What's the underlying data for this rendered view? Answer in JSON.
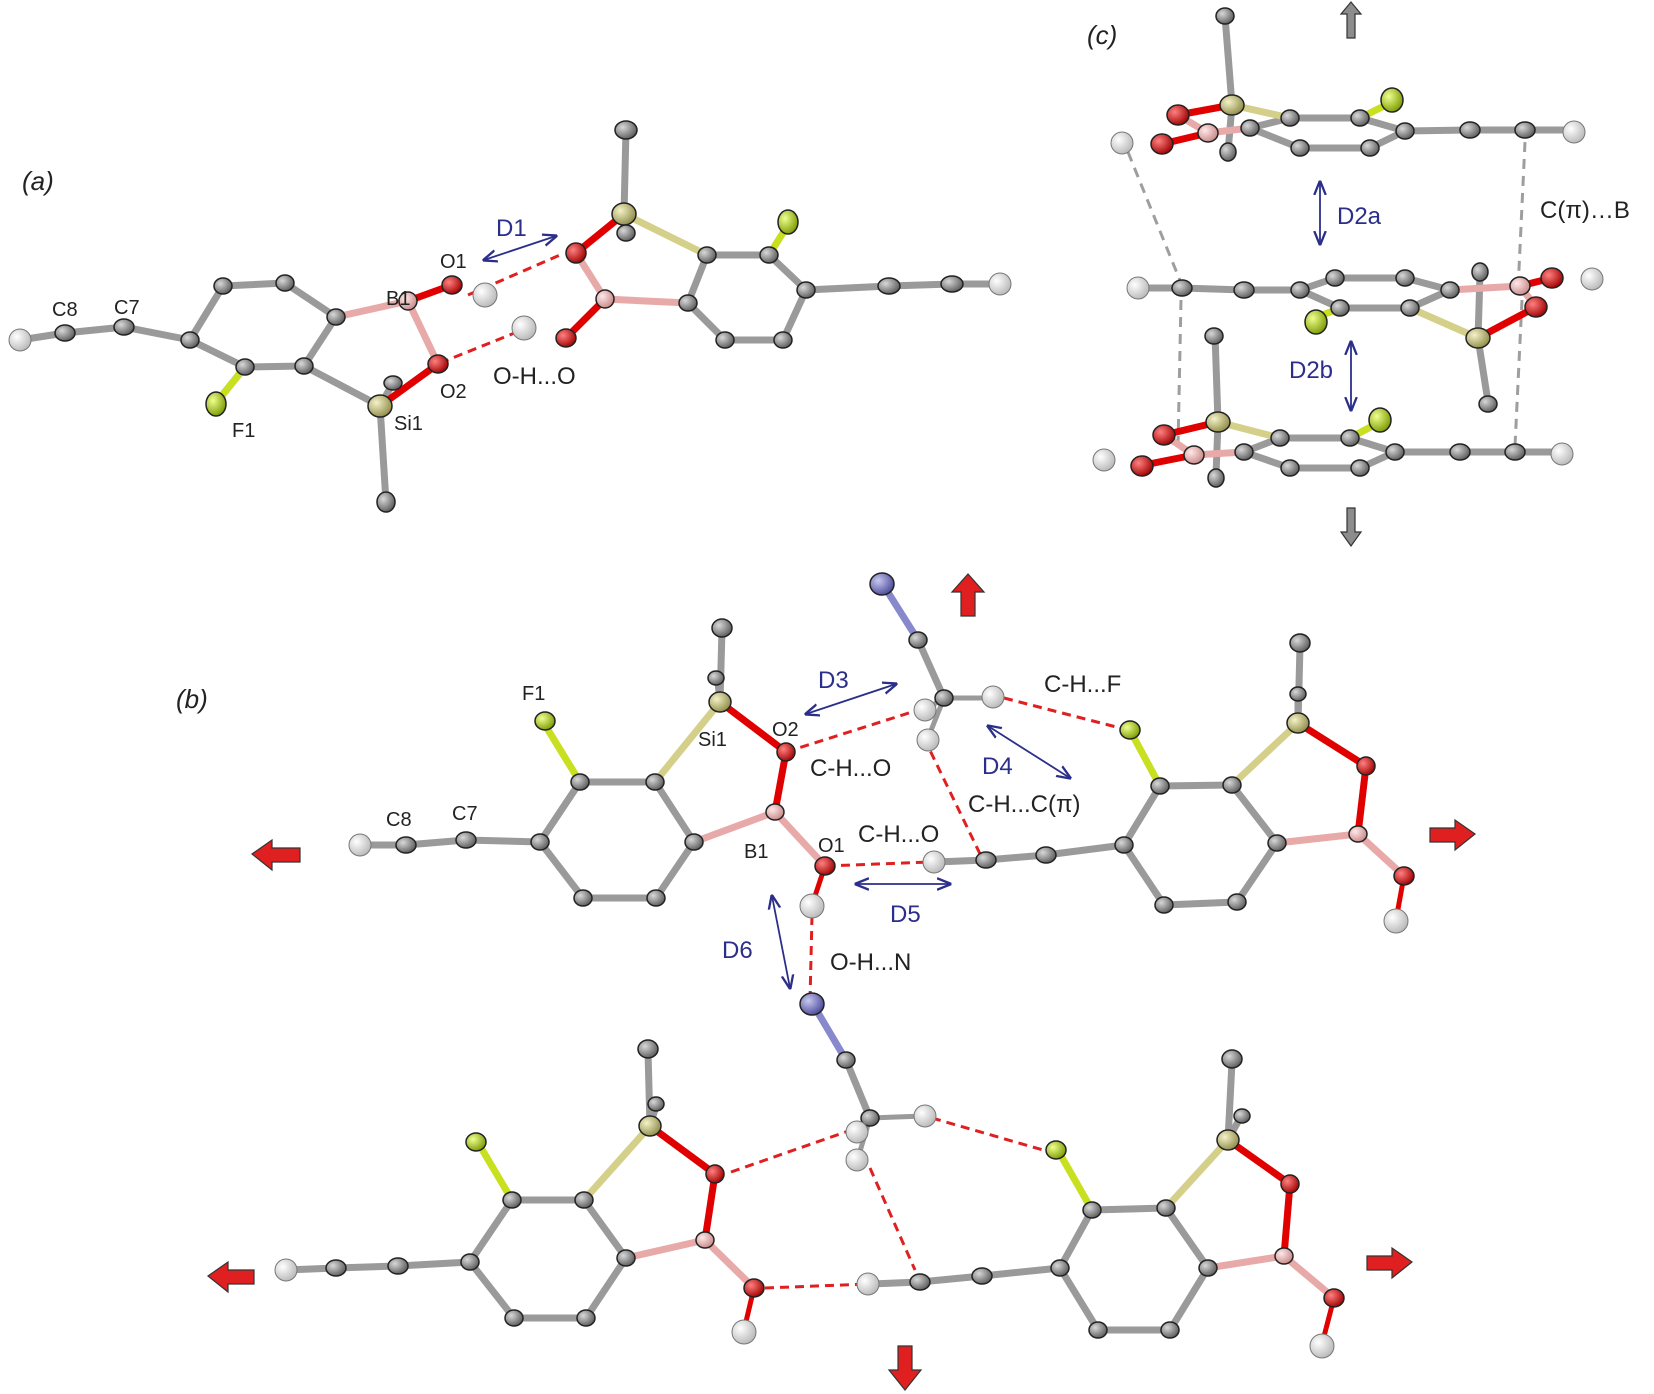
{
  "panels": {
    "a": {
      "label": "(a)",
      "atom_labels": {
        "c8": "C8",
        "c7": "C7",
        "b1": "B1",
        "o1": "O1",
        "o2": "O2",
        "f1": "F1",
        "si1": "Si1"
      },
      "distance_labels": {
        "d1": "D1"
      },
      "interaction_labels": {
        "ohO": "O-H...O"
      }
    },
    "b": {
      "label": "(b)",
      "atom_labels": {
        "f1": "F1",
        "si1": "Si1",
        "o2": "O2",
        "c8": "C8",
        "c7": "C7",
        "b1": "B1",
        "o1": "O1"
      },
      "distance_labels": {
        "d3": "D3",
        "d4": "D4",
        "d5": "D5",
        "d6": "D6"
      },
      "interaction_labels": {
        "chF": "C-H...F",
        "chO_upper": "C-H...O",
        "chCpi": "C-H...C(π)",
        "chO_lower": "C-H...O",
        "ohN": "O-H...N"
      }
    },
    "c": {
      "label": "(c)",
      "distance_labels": {
        "d2a": "D2a",
        "d2b": "D2b"
      },
      "interaction_labels": {
        "cpiB": "C(π)…B"
      }
    }
  },
  "colors": {
    "carbon": "#8a8a8a",
    "carbon_bond": "#9a9a9a",
    "oxygen": "#e00000",
    "boron": "#e8a9a9",
    "silicon": "#d4d08a",
    "fluorine": "#b8e600",
    "hydrogen": "#f2f2f2",
    "nitrogen": "#7f7fc8",
    "h_bond": "#e02020",
    "cpi_contact": "#9e9e9e",
    "distance_arrow": "#2b2f8a",
    "growth_arrow_b": "#e02020",
    "growth_arrow_c": "#8c8c8c"
  }
}
